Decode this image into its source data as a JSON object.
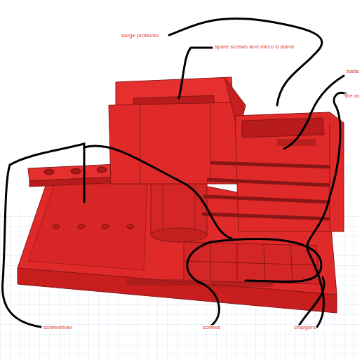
{
  "diagram": {
    "labels": [
      "surge protector",
      "spare screws and micro b stand",
      "batte",
      "tire ra",
      "screwdriver",
      "screws",
      "chargers"
    ]
  }
}
